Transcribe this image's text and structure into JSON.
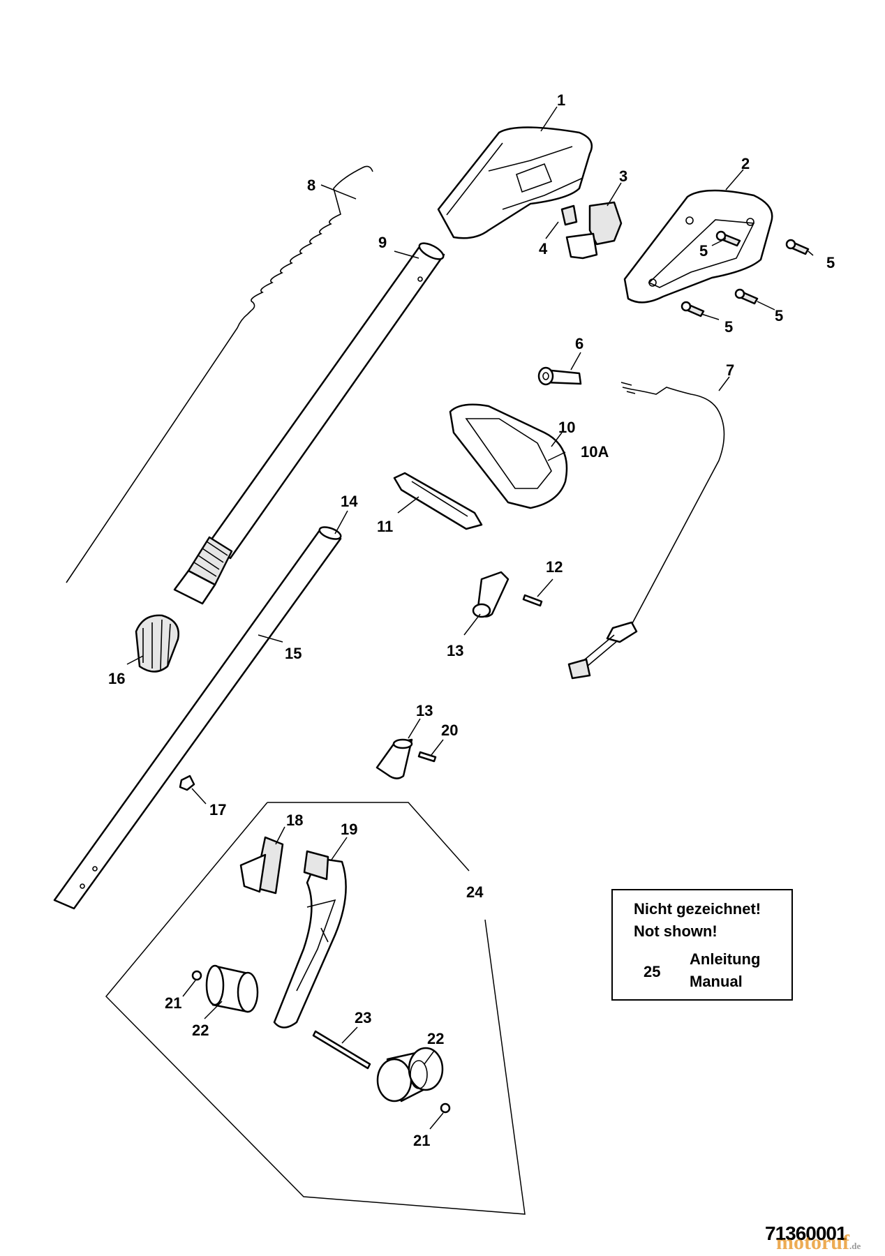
{
  "callouts": [
    {
      "id": "c1",
      "label": "1"
    },
    {
      "id": "c2",
      "label": "2"
    },
    {
      "id": "c3",
      "label": "3"
    },
    {
      "id": "c4",
      "label": "4"
    },
    {
      "id": "c5a",
      "label": "5"
    },
    {
      "id": "c5b",
      "label": "5"
    },
    {
      "id": "c5c",
      "label": "5"
    },
    {
      "id": "c5d",
      "label": "5"
    },
    {
      "id": "c6",
      "label": "6"
    },
    {
      "id": "c7",
      "label": "7"
    },
    {
      "id": "c8",
      "label": "8"
    },
    {
      "id": "c9",
      "label": "9"
    },
    {
      "id": "c10",
      "label": "10"
    },
    {
      "id": "c10a",
      "label": "10A"
    },
    {
      "id": "c11",
      "label": "11"
    },
    {
      "id": "c12",
      "label": "12"
    },
    {
      "id": "c13a",
      "label": "13"
    },
    {
      "id": "c13b",
      "label": "13"
    },
    {
      "id": "c14",
      "label": "14"
    },
    {
      "id": "c15",
      "label": "15"
    },
    {
      "id": "c16",
      "label": "16"
    },
    {
      "id": "c17",
      "label": "17"
    },
    {
      "id": "c18",
      "label": "18"
    },
    {
      "id": "c19",
      "label": "19"
    },
    {
      "id": "c20",
      "label": "20"
    },
    {
      "id": "c21a",
      "label": "21"
    },
    {
      "id": "c21b",
      "label": "21"
    },
    {
      "id": "c22a",
      "label": "22"
    },
    {
      "id": "c22b",
      "label": "22"
    },
    {
      "id": "c23",
      "label": "23"
    },
    {
      "id": "c24",
      "label": "24"
    }
  ],
  "note": {
    "line1": "Nicht gezeichnet!",
    "line2": "Not shown!",
    "item_number": "25",
    "item_de": "Anleitung",
    "item_en": "Manual"
  },
  "drawing_number": "71360001",
  "watermark": {
    "brand": "motoruf",
    "suffix": ".de",
    "color": "#e8901a"
  }
}
